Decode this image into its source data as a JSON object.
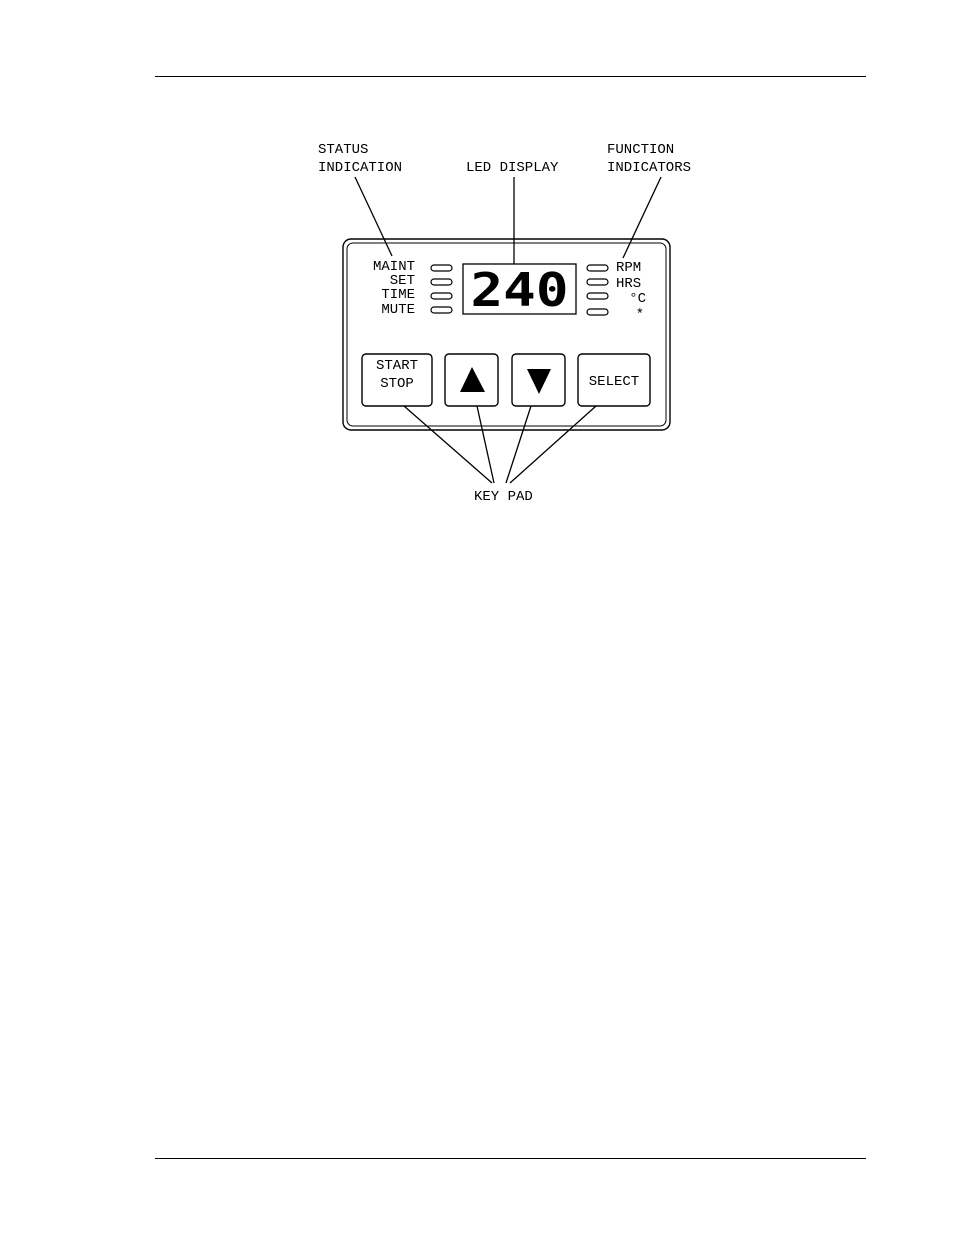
{
  "callouts": {
    "status_line1": "STATUS",
    "status_line2": "INDICATION",
    "led_display": "LED DISPLAY",
    "function_line1": "FUNCTION",
    "function_line2": "INDICATORS",
    "key_pad": "KEY PAD"
  },
  "status_indicators": [
    "MAINT",
    "SET",
    "TIME",
    "MUTE"
  ],
  "function_indicators": [
    "RPM",
    "HRS",
    "°C",
    "*"
  ],
  "display_value": "240",
  "keys": {
    "start_line1": "START",
    "start_line2": "STOP",
    "up_icon": "up-triangle",
    "down_icon": "down-triangle",
    "select": "SELECT"
  }
}
